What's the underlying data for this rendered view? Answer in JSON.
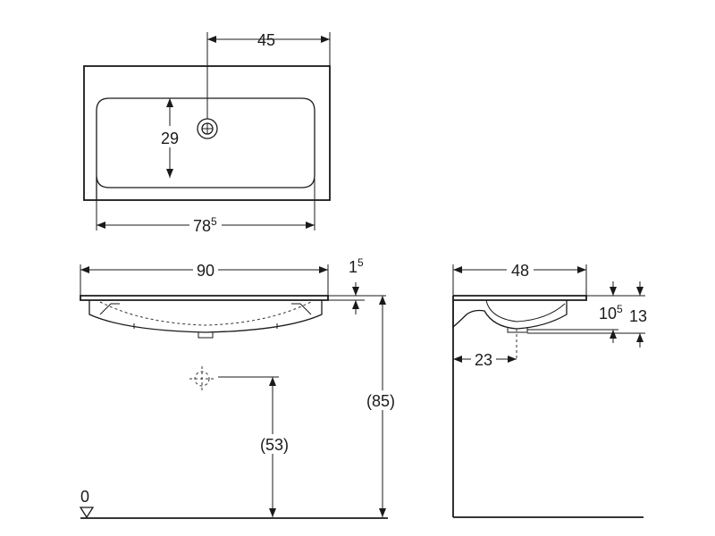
{
  "top_view": {
    "width_label": "45",
    "depth_label": "29",
    "bowl_width_main": "78",
    "bowl_width_sup": "5"
  },
  "front_view": {
    "width_label": "90",
    "rim_main": "1",
    "rim_sup": "5",
    "total_height": "(85)",
    "drain_height": "(53)",
    "floor_label": "0"
  },
  "side_view": {
    "depth_label": "48",
    "bowl_depth_main": "10",
    "bowl_depth_sup": "5",
    "total_depth": "13",
    "drain_offset": "23"
  }
}
